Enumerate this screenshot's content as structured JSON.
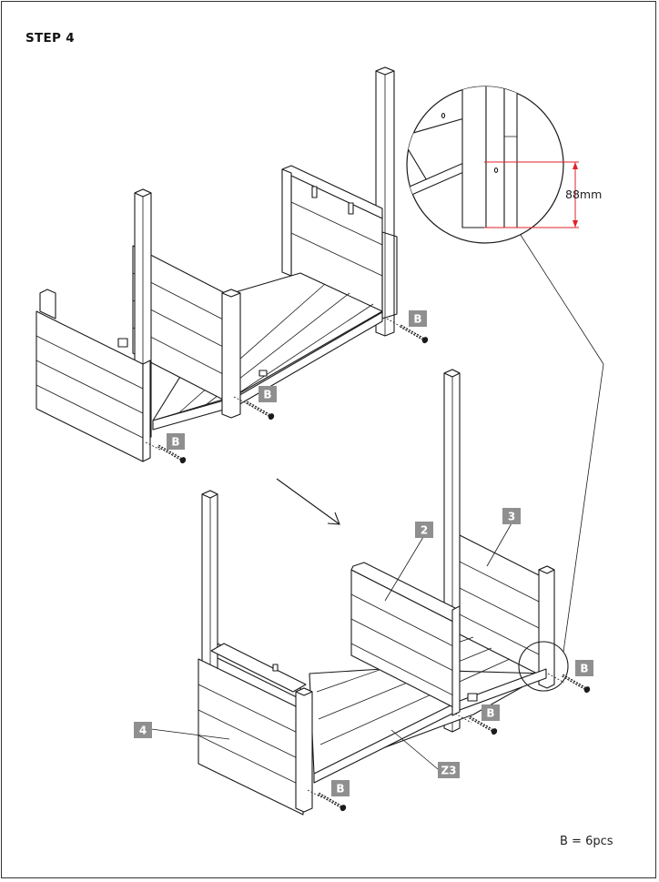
{
  "step": {
    "title": "STEP 4"
  },
  "labels": {
    "screw": "B",
    "part_2": "2",
    "part_3": "3",
    "part_4": "4",
    "part_z3": "Z3"
  },
  "detail": {
    "dimension": "88mm"
  },
  "quantity_note": "B = 6pcs",
  "colors": {
    "label_bg": "#8f8f8f",
    "dimension_line": "#e0202a",
    "line": "#1a1a1a"
  }
}
